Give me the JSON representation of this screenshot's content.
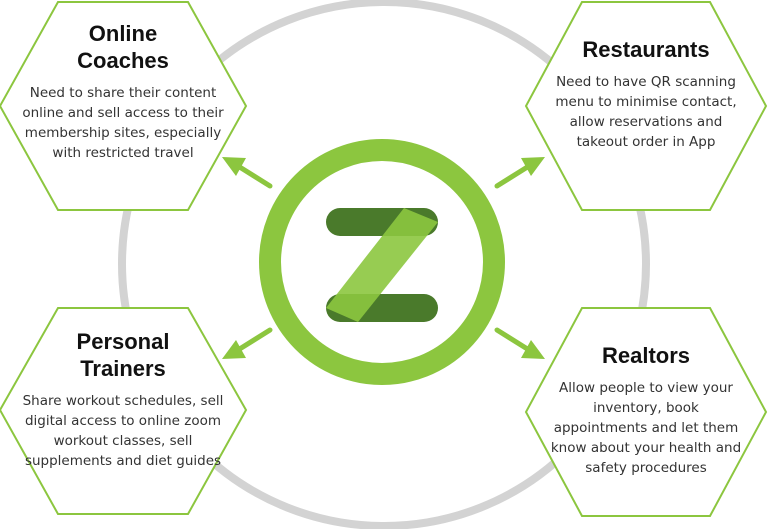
{
  "colors": {
    "accent": "#8cc63f",
    "ring_gray": "#d3d3d3",
    "logo_dark": "#4a7a2b",
    "logo_light": "#8cc63f",
    "text": "#333333"
  },
  "center": {
    "logo_icon": "z-logo-icon"
  },
  "segments": [
    {
      "title_lines": [
        "Online",
        "Coaches"
      ],
      "description": "Need to share their content online and sell access to their membership sites, especially with restricted travel"
    },
    {
      "title_lines": [
        "Restaurants"
      ],
      "description": "Need to have QR scanning menu to minimise contact, allow reservations and takeout order in App"
    },
    {
      "title_lines": [
        "Personal",
        "Trainers"
      ],
      "description": "Share workout schedules, sell digital access to online zoom workout classes, sell supplements and diet guides"
    },
    {
      "title_lines": [
        "Realtors"
      ],
      "description": "Allow people to view your inventory, book appointments and let them know about your health and safety procedures"
    }
  ]
}
